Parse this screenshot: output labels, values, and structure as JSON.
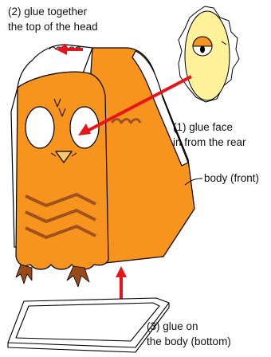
{
  "instructions": {
    "step2_line1": "(2) glue together",
    "step2_line2": "the top of the head",
    "step1_line1": "(1) glue face",
    "step1_line2": "in from the rear",
    "body_front": "body (front)",
    "step3_line1": "(3) glue on",
    "step3_line2": "the body (bottom)"
  },
  "colors": {
    "body_orange": "#F7941D",
    "body_orange_dark": "#E07E0C",
    "face_yellow": "#FFF29A",
    "arrow_red": "#E8141B",
    "wing_brown": "#A0521E",
    "feet_brown": "#9A4A18",
    "outline": "#000000",
    "white": "#FFFFFF"
  },
  "icons": [
    "red-arrow-icon",
    "owl-face-piece-icon",
    "owl-body-icon",
    "base-tray-icon"
  ]
}
